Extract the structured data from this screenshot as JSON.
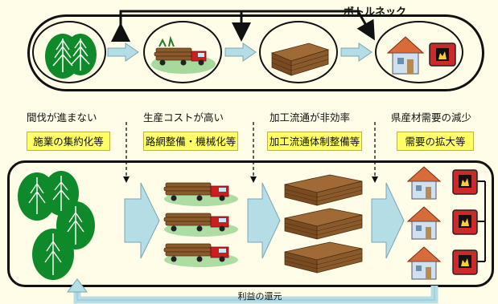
{
  "bottleneck_title": "ボトルネック",
  "stages": [
    {
      "problem": "間伐が進まない",
      "solution": "施業の集約化等"
    },
    {
      "problem": "生産コストが高い",
      "solution": "路網整備・機械化等"
    },
    {
      "problem": "加工流通が非効率",
      "solution": "加工流通体制整備等"
    },
    {
      "problem": "県産材需要の減少",
      "solution": "需要の拡大等"
    }
  ],
  "return_label": "利益の還元",
  "colors": {
    "forest": "#0f8a2a",
    "arrow_fill": "#b4dde5",
    "badge": "#ffff66",
    "truck": "#cc1e1e",
    "lumber": "#8b5a2b",
    "house_roof": "#d96b3a",
    "heater": "#cc2a2a"
  }
}
